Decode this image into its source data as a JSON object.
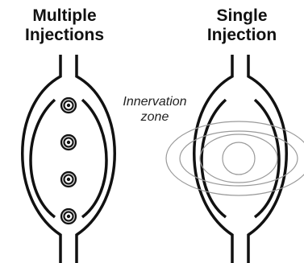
{
  "left_panel": {
    "title_line1": "Multiple",
    "title_line2": "Injections",
    "injection_points": 4
  },
  "right_panel": {
    "title_line1": "Single",
    "title_line2": "Injection"
  },
  "zone_label": {
    "line1": "Innervation",
    "line2": "zone"
  },
  "colors": {
    "ink": "#111111",
    "zone_rings": "#9a9a9a",
    "background": "#ffffff"
  }
}
